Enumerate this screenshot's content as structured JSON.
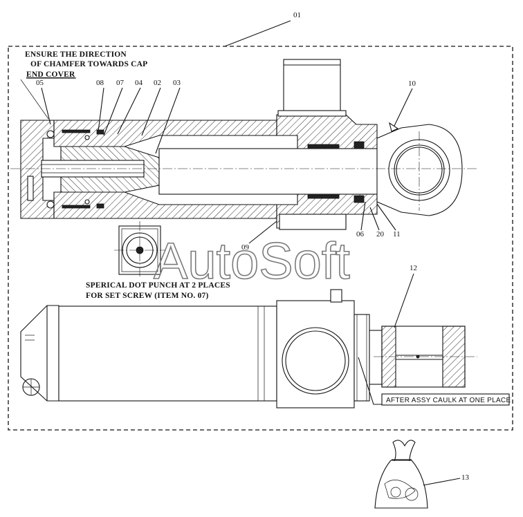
{
  "callouts": {
    "c01": "01",
    "c02": "02",
    "c03": "03",
    "c04": "04",
    "c05": "05",
    "c06": "06",
    "c07": "07",
    "c08": "08",
    "c09": "09",
    "c10": "10",
    "c11": "11",
    "c12": "12",
    "c13": "13",
    "c20": "20"
  },
  "notes": {
    "chamfer_line1": "ENSURE THE DIRECTION",
    "chamfer_line2": "OF CHAMFER TOWARDS CAP",
    "chamfer_line3": "END COVER",
    "punch_line1": "SPERICAL DOT PUNCH AT 2 PLACES",
    "punch_line2": "FOR SET SCREW (ITEM NO. 07)",
    "caulk": "AFTER ASSY CAULK AT ONE PLACE"
  },
  "watermark": "AutoSoft"
}
